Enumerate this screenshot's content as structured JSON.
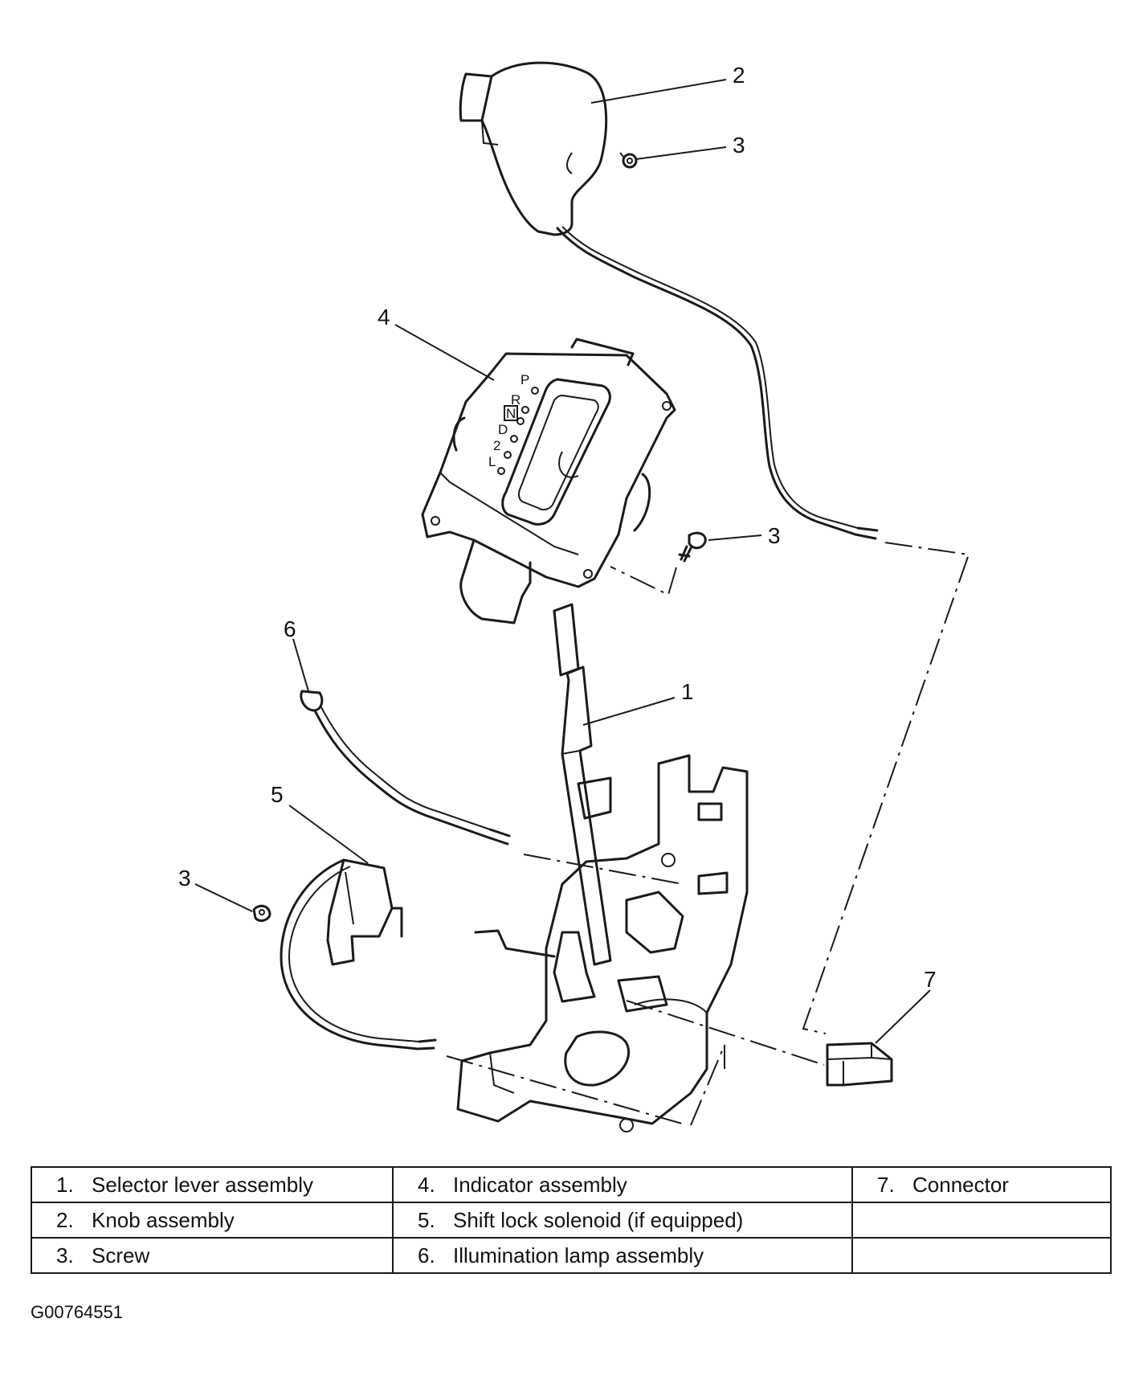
{
  "callouts": {
    "c1": "1",
    "c2": "2",
    "c3a": "3",
    "c3b": "3",
    "c3c": "3",
    "c4": "4",
    "c5": "5",
    "c6": "6",
    "c7": "7"
  },
  "indicator_letters": {
    "p": "P",
    "r": "R",
    "n": "N",
    "d": "D",
    "two": "2",
    "l": "L"
  },
  "legend": {
    "rows": [
      [
        {
          "num": "1.",
          "text": "Selector lever assembly"
        },
        {
          "num": "4.",
          "text": "Indicator assembly"
        },
        {
          "num": "7.",
          "text": "Connector"
        }
      ],
      [
        {
          "num": "2.",
          "text": "Knob assembly"
        },
        {
          "num": "5.",
          "text": "Shift lock solenoid (if equipped)"
        },
        {
          "num": "",
          "text": ""
        }
      ],
      [
        {
          "num": "3.",
          "text": "Screw"
        },
        {
          "num": "6.",
          "text": "Illumination lamp assembly"
        },
        {
          "num": "",
          "text": ""
        }
      ]
    ]
  },
  "figure_id": "G00764551"
}
